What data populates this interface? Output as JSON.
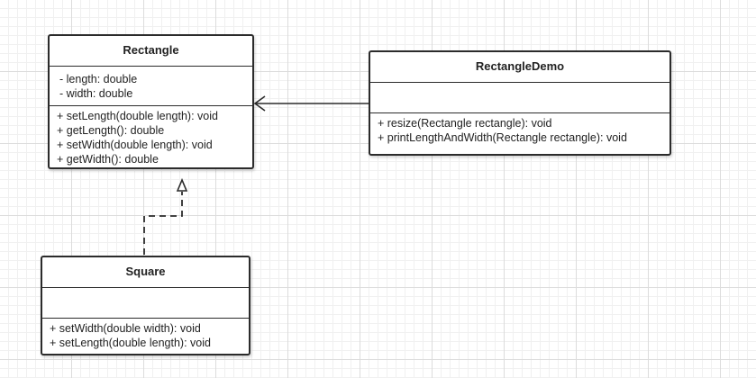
{
  "diagram": {
    "classes": [
      {
        "id": "rectangle",
        "name": "Rectangle",
        "attributes": [
          "- length: double",
          "- width: double"
        ],
        "operations": [
          "+ setLength(double length): void",
          "+ getLength(): double",
          "+ setWidth(double length): void",
          "+ getWidth(): double"
        ]
      },
      {
        "id": "rectangledemo",
        "name": "RectangleDemo",
        "attributes": [],
        "operations": [
          "+ resize(Rectangle rectangle): void",
          "+ printLengthAndWidth(Rectangle rectangle): void"
        ]
      },
      {
        "id": "square",
        "name": "Square",
        "attributes": [],
        "operations": [
          "+ setWidth(double width): void",
          "+ setLength(double length): void"
        ]
      }
    ],
    "relations": [
      {
        "type": "association",
        "from": "rectangledemo",
        "to": "rectangle",
        "style": "solid",
        "arrow": "open"
      },
      {
        "type": "realization",
        "from": "square",
        "to": "rectangle",
        "style": "dashed",
        "arrow": "hollow-triangle"
      }
    ],
    "colors": {
      "stroke": "#2b2b2b",
      "box_fill": "#ffffff",
      "text": "#222222",
      "grid_major": "#dcdcdc",
      "grid_minor": "#f0f0f0"
    }
  }
}
